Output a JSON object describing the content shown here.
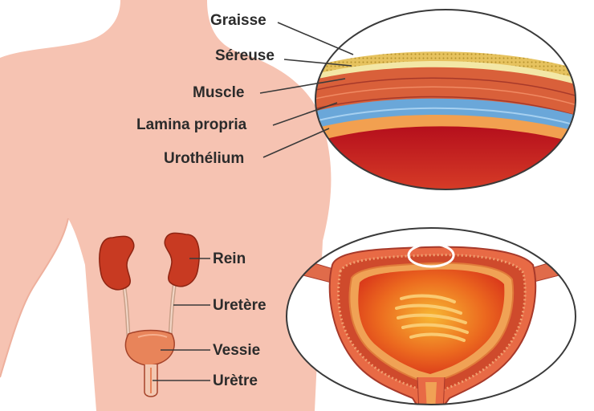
{
  "labels": {
    "graisse": "Graisse",
    "sereuse": "Séreuse",
    "muscle": "Muscle",
    "lamina": "Lamina propria",
    "urothelium": "Urothélium",
    "rein": "Rein",
    "uretere": "Uretère",
    "vessie": "Vessie",
    "uretre": "Urètre"
  },
  "colors": {
    "skin": "#f6c3b2",
    "fat": "#e9c86a",
    "serosa": "#f3e7a6",
    "muscle": "#d9603a",
    "lamina": "#6aa7d9",
    "urothelium": "#f2a050",
    "lumen": "#c8101e",
    "kidney": "#c83a22",
    "bladder": "#e8845a",
    "outline": "#3a3a3a"
  }
}
